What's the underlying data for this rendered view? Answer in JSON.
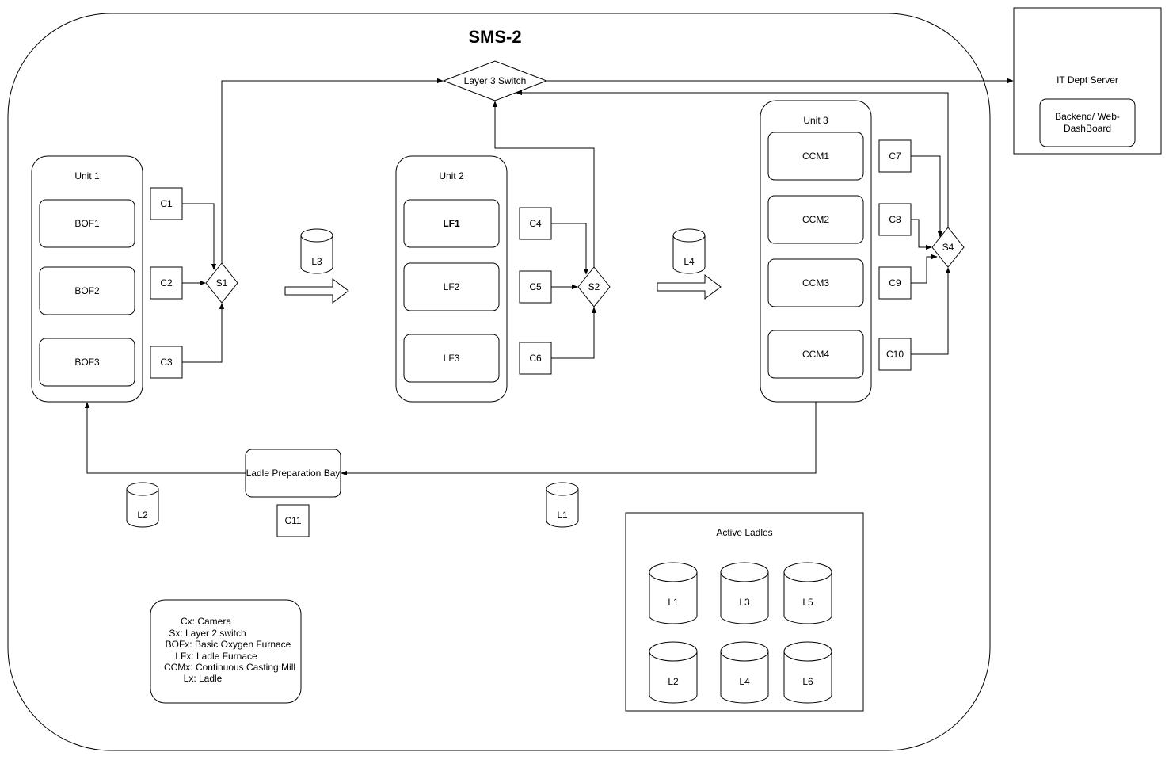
{
  "diagram": {
    "title": "SMS-2",
    "layer3_switch": "Layer 3 Switch",
    "server": {
      "title": "IT Dept Server",
      "backend_line1": "Backend/ Web-",
      "backend_line2": "DashBoard"
    },
    "unit1": {
      "title": "Unit 1",
      "items": [
        "BOF1",
        "BOF2",
        "BOF3"
      ]
    },
    "unit2": {
      "title": "Unit 2",
      "items": [
        "LF1",
        "LF2",
        "LF3"
      ]
    },
    "unit3": {
      "title": "Unit 3",
      "items": [
        "CCM1",
        "CCM2",
        "CCM3",
        "CCM4"
      ]
    },
    "cameras": [
      "C1",
      "C2",
      "C3",
      "C4",
      "C5",
      "C6",
      "C7",
      "C8",
      "C9",
      "C10",
      "C11"
    ],
    "switches": [
      "S1",
      "S2",
      "S4"
    ],
    "ladles_floor": [
      "L3",
      "L4",
      "L2",
      "L1"
    ],
    "ladle_bay": "Ladle Preparation Bay",
    "active_ladles": {
      "title": "Active Ladles",
      "items": [
        "L1",
        "L3",
        "L5",
        "L2",
        "L4",
        "L6"
      ]
    },
    "legend": [
      "Cx: Camera",
      "Sx: Layer 2 switch",
      "BOFx: Basic Oxygen Furnace",
      "LFx: Ladle Furnace",
      "CCMx: Continuous Casting Mill",
      "Lx: Ladle"
    ]
  }
}
